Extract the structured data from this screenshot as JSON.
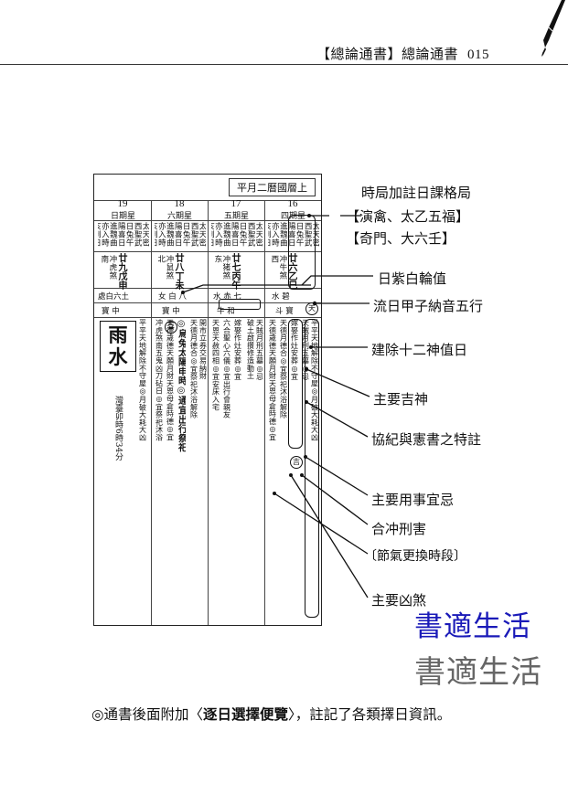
{
  "page": {
    "header": "【總論通書】總論通書",
    "page_number": "015"
  },
  "almanac": {
    "title": "平月二曆國層上",
    "days": [
      {
        "day": "19",
        "week": "日期星"
      },
      {
        "day": "18",
        "week": "六期星"
      },
      {
        "day": "17",
        "week": "五期星"
      },
      {
        "day": "16",
        "week": "四期星"
      }
    ],
    "ganzhi": [
      "廿九戊申",
      "廿八丁未",
      "廿七丙午",
      "廿六乙巳"
    ],
    "sha": [
      "冲虎煞南",
      "冲鼠煞北",
      "冲猪煞东",
      "冲牛煞西"
    ],
    "nayin": [
      "處白六土",
      "女 白 八",
      "水 赤 七",
      "水 碧"
    ],
    "officer": [
      "寶 中",
      "寶 中",
      "牛 和",
      "斗 寶"
    ],
    "jieqi_name": "雨水",
    "jieqi_time": "灣臺卯時6時34分",
    "col_text": [
      "太天密西聖武日兔午陽喜日進魏曲亦入時亥到日冕中",
      "平平天地解除不守屋◎月破大耗大凶",
      "冲虎煞南五鬼凶刀砧日◎宜祭祀沐浴",
      "天德歲德天願月財天恩母倉時德◎宜",
      "◎烏兔太陽申時◎通宜出行祭祀",
      "天德月德合◎宜祭祀沐浴解除",
      "開市立券交易納財",
      "天恩天赦四相◎宜安床入宅",
      "六合聖心六儀◎宜出行會親友",
      "嫁娶作灶安葬◎宜",
      "破土啟攢修造動土",
      "天賊月刑五墓◎忌"
    ],
    "circles": [
      "天",
      "喜",
      "吉"
    ]
  },
  "annotations": {
    "a1": "時局加註日課格局",
    "a1_l2": "【演禽、太乙五福】",
    "a1_l3": "【奇門、大六壬】",
    "a2": "日紫白輪值",
    "a3": "流日甲子納音五行",
    "a4": "建除十二神值日",
    "a5": "主要吉神",
    "a6": "協紀與憲書之特註",
    "a7": "主要用事宜忌",
    "a8": "合冲刑害",
    "a9": "〔節氣更換時段〕",
    "a10": "主要凶煞"
  },
  "brand": {
    "blue": "書適生活",
    "gray": "書適生活"
  },
  "footnote": {
    "prefix": "◎通書後面附加〈",
    "bold": "逐日選擇便覽",
    "suffix": "〉，註記了各類擇日資訊。"
  },
  "colors": {
    "blue_brand": "#1a1ab8",
    "gray_brand": "#666666",
    "ink": "#111111"
  }
}
